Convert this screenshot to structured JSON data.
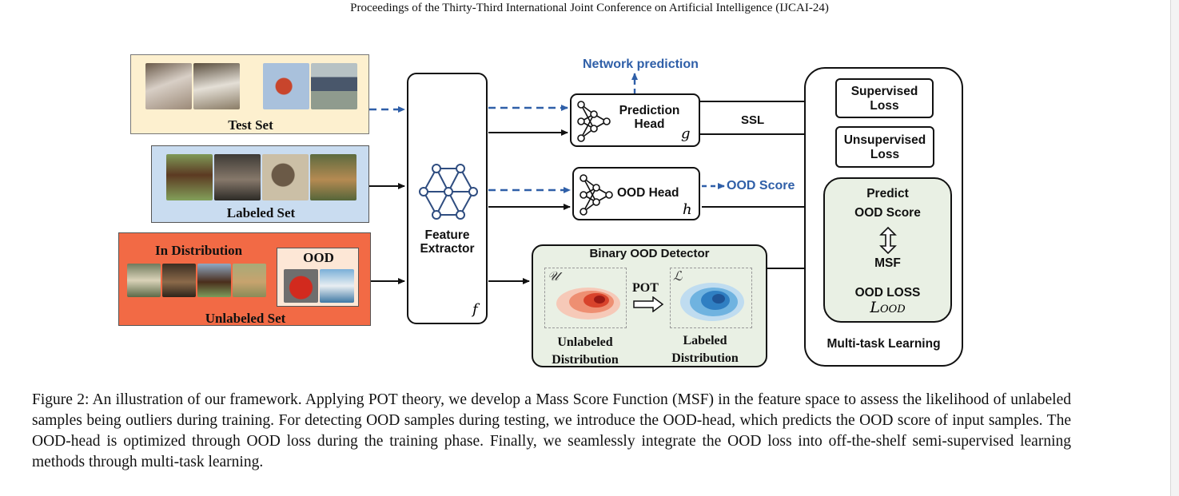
{
  "header": {
    "text": "Proceedings of the Thirty-Third International Joint Conference on Artificial Intelligence (IJCAI-24)"
  },
  "diagram": {
    "test_set": {
      "label": "Test Set",
      "color": "#fdf0cf"
    },
    "labeled_set": {
      "label": "Labeled Set",
      "color": "#c9dcf0"
    },
    "unlabeled_set": {
      "label": "Unlabeled Set",
      "in_distribution": "In Distribution",
      "ood": "OOD",
      "color": "#f26a45"
    },
    "feature_extractor": {
      "label_line1": "Feature",
      "label_line2": "Extractor",
      "symbol": "f"
    },
    "network_prediction": "Network prediction",
    "prediction_head": {
      "label_line1": "Prediction",
      "label_line2": "Head",
      "symbol": "g"
    },
    "ood_head": {
      "label": "OOD Head",
      "symbol": "h"
    },
    "ood_score_out": "OOD Score",
    "ssl": "SSL",
    "supervised_loss": {
      "line1": "Supervised",
      "line2": "Loss"
    },
    "unsupervised_loss": {
      "line1": "Unsupervised",
      "line2": "Loss"
    },
    "predict_box": {
      "line1": "Predict",
      "line2": "OOD Score",
      "msf": "MSF",
      "ood_loss": "OOD LOSS",
      "loss_symbol": "L",
      "loss_subscript": "OOD"
    },
    "multitask": "Multi-task Learning",
    "binary_detector": {
      "title": "Binary OOD Detector",
      "pot": "POT",
      "u_symbol": "𝒰",
      "l_symbol": "ℒ",
      "unlabeled_line1": "Unlabeled",
      "unlabeled_line2": "Distribution",
      "labeled_line1": "Labeled",
      "labeled_line2": "Distribution"
    },
    "colors": {
      "accent_blue": "#2f5fa8",
      "detector_bg": "#e9f0e4"
    }
  },
  "caption": "Figure 2: An illustration of our framework. Applying POT theory, we develop a Mass Score Function (MSF) in the feature space to assess the likelihood of unlabeled samples being outliers during training. For detecting OOD samples during testing, we introduce the OOD-head, which predicts the OOD score of input samples. The OOD-head is optimized through OOD loss during the training phase. Finally, we seamlessly integrate the OOD loss into off-the-shelf semi-supervised learning methods through multi-task learning."
}
